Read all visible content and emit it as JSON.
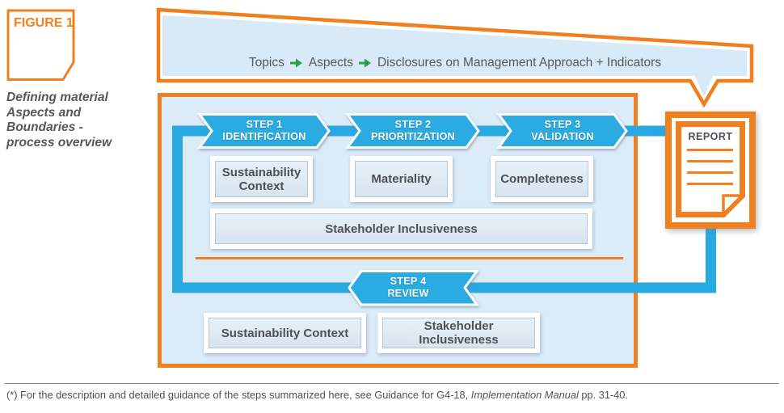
{
  "figure": {
    "label": "FIGURE 1"
  },
  "caption": {
    "line1": "Defining material",
    "line2": "Aspects and",
    "line3": "Boundaries -",
    "line4": "process overview"
  },
  "banner": {
    "part1": "Topics",
    "part2": "Aspects",
    "part3": "Disclosures on Management Approach + Indicators"
  },
  "process": {
    "steps": [
      {
        "number": "STEP 1",
        "name": "IDENTIFICATION"
      },
      {
        "number": "STEP 2",
        "name": "PRIORITIZATION"
      },
      {
        "number": "STEP 3",
        "name": "VALIDATION"
      },
      {
        "number": "STEP 4",
        "name": "REVIEW"
      }
    ],
    "row1": [
      "Sustainability Context",
      "Materiality",
      "Completeness"
    ],
    "wide": "Stakeholder Inclusiveness",
    "bottom": [
      "Sustainability Context",
      "Stakeholder Inclusiveness"
    ]
  },
  "report": {
    "label": "REPORT"
  },
  "footnote": {
    "before": "(*) For the description and detailed guidance of the steps summarized here, see Guidance for G4-18, ",
    "italic": "Implementation Manual",
    "after": " pp. 31-40."
  },
  "icons": {
    "banner_arrow": "green-arrow-icon",
    "report": "report-document-icon"
  },
  "colors": {
    "orange": "#F0801F",
    "blue": "#29A9E1",
    "green": "#2F9E48",
    "light_blue_banner": "#D8E9F7",
    "light_blue_box": "#DCEBF8",
    "inner_box_border": "#B8C6D3",
    "dark_text": "#55585A",
    "label_text": "#4D5156"
  }
}
